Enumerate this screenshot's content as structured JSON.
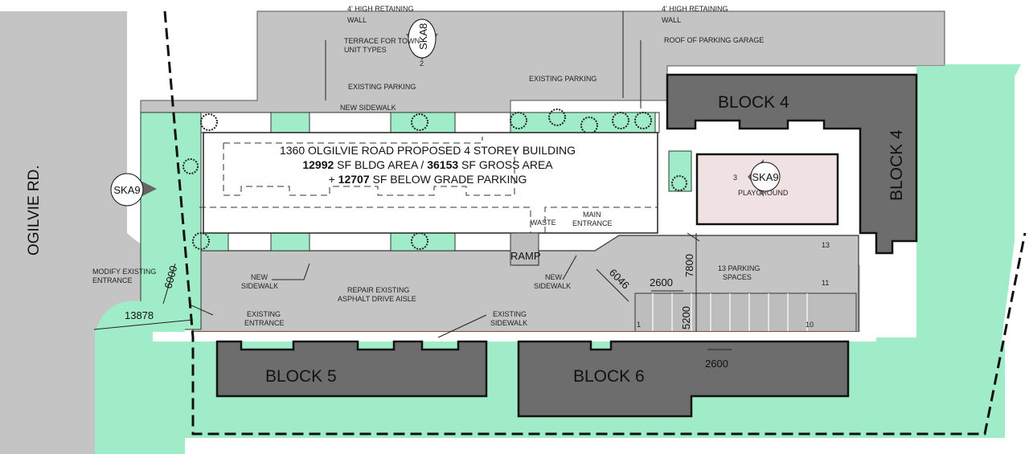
{
  "colors": {
    "pavement": "#c4c4c4",
    "landscape": "#a0ecc8",
    "existing_block": "#6d6d6d",
    "playground": "#f0e2e2",
    "building": "#ffffff"
  },
  "road": {
    "name": "OGILVIE RD."
  },
  "proposed_building": {
    "line1": "1360 OLGILVIE ROAD PROPOSED 4 STOREY BUILDING",
    "bldg_area": "12992",
    "bldg_area_label": " SF BLDG AREA / ",
    "gross_area": "36153",
    "gross_area_label": " SF GROSS AREA",
    "plus": "+ ",
    "parking_area": "12707",
    "parking_label": " SF BELOW GRADE PARKING"
  },
  "blocks": {
    "block4": "BLOCK 4",
    "block4_side": "BLOCK 4",
    "block5": "BLOCK 5",
    "block6": "BLOCK 6"
  },
  "section_markers": {
    "ska8": "SKA8",
    "ska8_sheet": "2",
    "ska9_left": "SKA9",
    "ska9_right": "SKA9",
    "ska9_right_sheet": "3"
  },
  "labels": {
    "retaining_wall_left": "4' HIGH RETAINING",
    "wall_left": "WALL",
    "retaining_wall_right": "4' HIGH RETAINING",
    "wall_right": "WALL",
    "terrace": "TERRACE FOR TOWN",
    "unit_types": "UNIT TYPES",
    "roof_garage": "ROOF OF PARKING GARAGE",
    "existing_parking_1": "EXISTING PARKING",
    "existing_parking_2": "EXISTING PARKING",
    "new_sidewalk_top": "NEW SIDEWALK",
    "modify_1": "MODIFY EXISTING",
    "modify_2": "ENTRANCE",
    "new_sidewalk_l1": "NEW",
    "new_sidewalk_l2": "SIDEWALK",
    "repair_1": "REPAIR EXISTING",
    "repair_2": "ASPHALT DRIVE AISLE",
    "existing_entrance_1": "EXISTING",
    "existing_entrance_2": "ENTRANCE",
    "existing_sidewalk_1": "EXISTING",
    "existing_sidewalk_2": "SIDEWALK",
    "new_sidewalk_r1": "NEW",
    "new_sidewalk_r2": "SIDEWALK",
    "ramp": "RAMP",
    "waste": "WASTE",
    "main_entrance_1": "MAIN",
    "main_entrance_2": "ENTRANCE",
    "playground": "PLAYGROUND",
    "parking_1": "13 PARKING",
    "parking_2": "SPACES",
    "stall_1": "1",
    "stall_10": "10",
    "stall_11": "11",
    "stall_13": "13"
  },
  "dimensions": {
    "d6000": "6000",
    "d13878": "13878",
    "d6046": "6046",
    "d2600_top": "2600",
    "d7800": "7800",
    "d5200": "5200",
    "d2600_bottom": "2600"
  }
}
